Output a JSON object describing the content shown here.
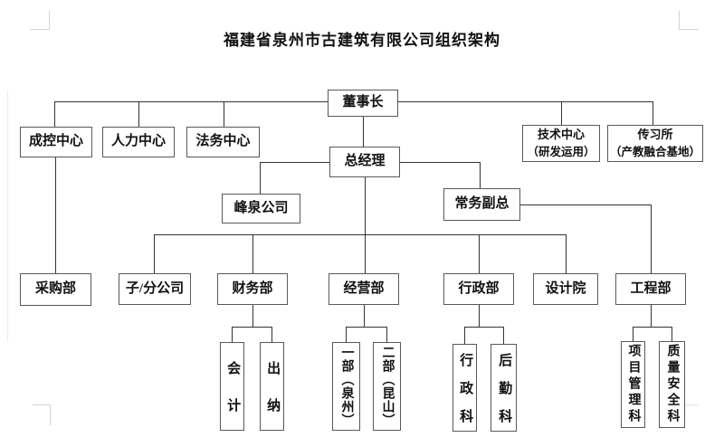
{
  "title": "福建省泉州市古建筑有限公司组织架构",
  "colors": {
    "line": "#333333",
    "box_border": "#595959",
    "text": "#111111"
  },
  "nodes": {
    "chairman": {
      "label": "董事长"
    },
    "cost_center": {
      "label": "成控中心"
    },
    "hr_center": {
      "label": "人力中心"
    },
    "legal_center": {
      "label": "法务中心"
    },
    "tech_center": {
      "label": "技术中心",
      "sublabel": "（研发运用）"
    },
    "heritage_institute": {
      "label": "传习所",
      "sublabel": "（产教融合基地）"
    },
    "general_manager": {
      "label": "总经理"
    },
    "fengquan_company": {
      "label": "峰泉公司"
    },
    "executive_vp": {
      "label": "常务副总"
    },
    "purchasing_dept": {
      "label": "采购部"
    },
    "subsidiaries": {
      "label": "子/分公司"
    },
    "finance_dept": {
      "label": "财务部"
    },
    "operations_dept": {
      "label": "经营部"
    },
    "admin_dept": {
      "label": "行政部"
    },
    "design_institute": {
      "label": "设计院"
    },
    "engineering_dept": {
      "label": "工程部"
    },
    "accounting": {
      "label": "会计"
    },
    "cashier": {
      "label": "出纳"
    },
    "dept_one_quanzhou": {
      "label": "一部（泉州）"
    },
    "dept_two_kunshan": {
      "label": "二部（昆山）"
    },
    "admin_section": {
      "label": "行政科"
    },
    "logistics_section": {
      "label": "后勤科"
    },
    "project_mgmt_section": {
      "label": "项目管理科"
    },
    "quality_safety_section": {
      "label": "质量安全科"
    }
  }
}
